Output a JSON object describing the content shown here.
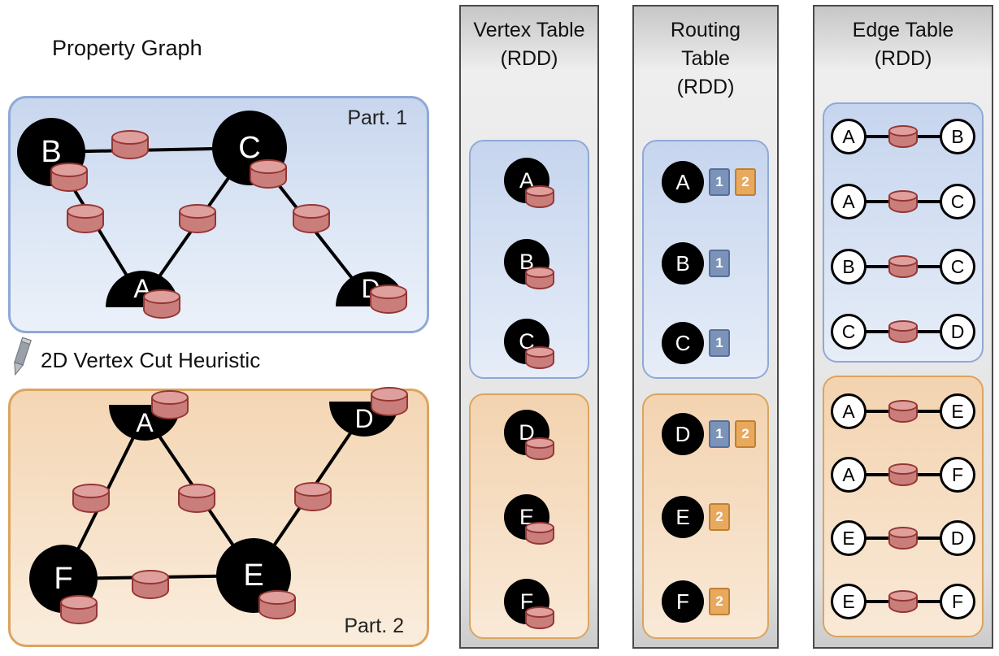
{
  "titles": {
    "property_graph": "Property Graph",
    "heuristic": "2D Vertex Cut Heuristic",
    "vertex_table_line1": "Vertex Table",
    "vertex_table_line2": "(RDD)",
    "routing_line1": "Routing",
    "routing_line2": "Table",
    "routing_line3": "(RDD)",
    "edge_table_line1": "Edge Table",
    "edge_table_line2": "(RDD)"
  },
  "graph": {
    "part1": {
      "label": "Part. 1",
      "vertices": {
        "B": "B",
        "C": "C",
        "A": "A",
        "D": "D"
      },
      "edges": [
        [
          "B",
          "C"
        ],
        [
          "B",
          "A"
        ],
        [
          "C",
          "A"
        ],
        [
          "C",
          "D"
        ]
      ]
    },
    "part2": {
      "label": "Part. 2",
      "vertices": {
        "A": "A",
        "D": "D",
        "F": "F",
        "E": "E"
      },
      "edges": [
        [
          "A",
          "F"
        ],
        [
          "A",
          "E"
        ],
        [
          "D",
          "E"
        ],
        [
          "F",
          "E"
        ]
      ]
    }
  },
  "vertex_table": {
    "part1": [
      "A",
      "B",
      "C"
    ],
    "part2": [
      "D",
      "E",
      "F"
    ]
  },
  "routing_table": {
    "part1": [
      {
        "v": "A",
        "slots": [
          "1",
          "2"
        ]
      },
      {
        "v": "B",
        "slots": [
          "1"
        ]
      },
      {
        "v": "C",
        "slots": [
          "1"
        ]
      }
    ],
    "part2": [
      {
        "v": "D",
        "slots": [
          "1",
          "2"
        ]
      },
      {
        "v": "E",
        "slots": [
          "2"
        ]
      },
      {
        "v": "F",
        "slots": [
          "2"
        ]
      }
    ]
  },
  "edge_table": {
    "part1": [
      [
        "A",
        "B"
      ],
      [
        "A",
        "C"
      ],
      [
        "B",
        "C"
      ],
      [
        "C",
        "D"
      ]
    ],
    "part2": [
      [
        "A",
        "E"
      ],
      [
        "A",
        "F"
      ],
      [
        "E",
        "D"
      ],
      [
        "E",
        "F"
      ]
    ]
  },
  "colors": {
    "partition1_fill": "#dde7f5",
    "partition1_border": "#8fa9d6",
    "partition2_fill": "#f7e2ca",
    "partition2_border": "#dba45e",
    "column_fill": "#e2e2e2",
    "column_border": "#4a4a4a",
    "cylinder_fill": "#ca7e7b",
    "cylinder_top_fill": "#dfa09d",
    "cylinder_border": "#943634",
    "slot_partition1": "#7b93b8",
    "slot_partition2": "#e8a95e",
    "vertex_fill": "#000000",
    "edge_vertex_fill": "#ffffff"
  }
}
